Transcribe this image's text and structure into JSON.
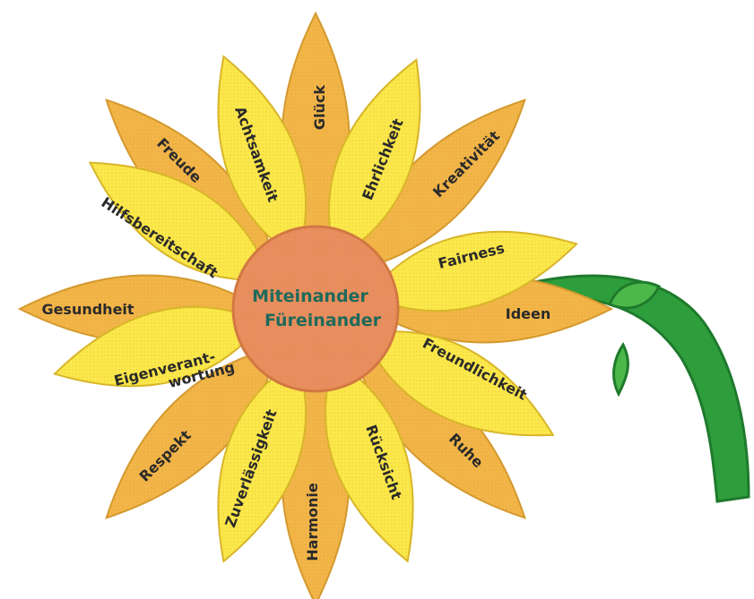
{
  "center": {
    "line1": "Miteinander",
    "line2": "Füreinander"
  },
  "outer_petals": [
    "Glück",
    "Kreativität",
    "Ideen",
    "Ruhe",
    "Harmonie",
    "Respekt",
    "Gesundheit",
    "Freude"
  ],
  "inner_petals": [
    "Ehrlichkeit",
    "Fairness",
    "Freundlichkeit",
    "Rücksicht",
    "Zuverlässigkeit",
    "Eigenverant-",
    "wortung",
    "Hilfsbereitschaft",
    "Achtsamkeit"
  ],
  "colors": {
    "outer_petal": "#f2b548",
    "inner_petal": "#fbe84a",
    "center": "#e88e5f",
    "stem": "#2e9e3c",
    "center_text": "#1e6a5a"
  }
}
